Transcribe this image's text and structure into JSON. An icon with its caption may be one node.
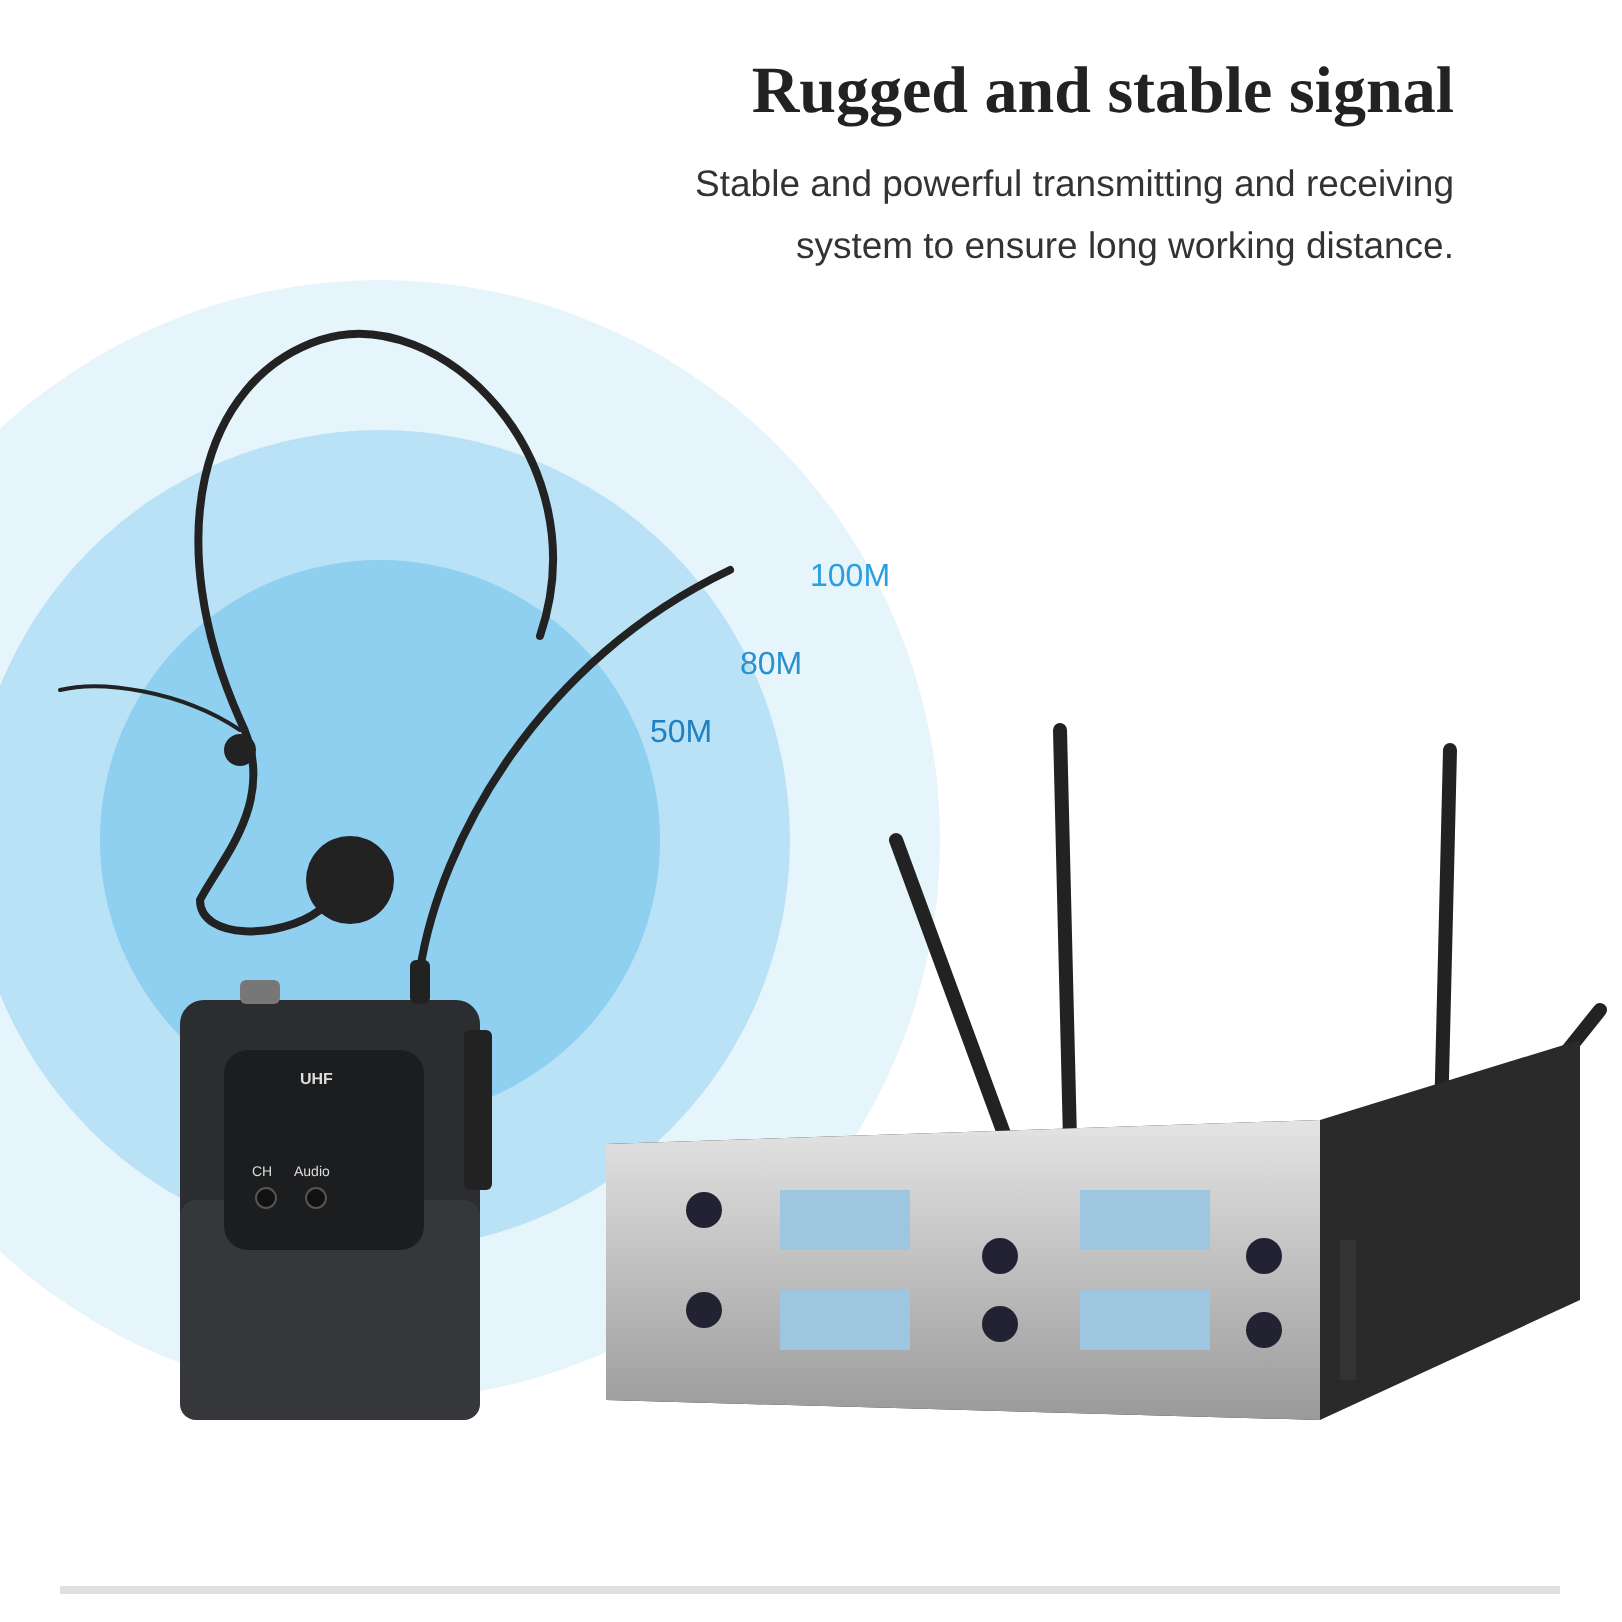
{
  "diagram": {
    "title": "Rugged and stable signal",
    "labels": [
      "Stable and powerful transmitting and receiving system to ensure long working distance.",
      "100M",
      "80M",
      "50M",
      "UHF",
      "CH",
      "Audio"
    ]
  }
}
